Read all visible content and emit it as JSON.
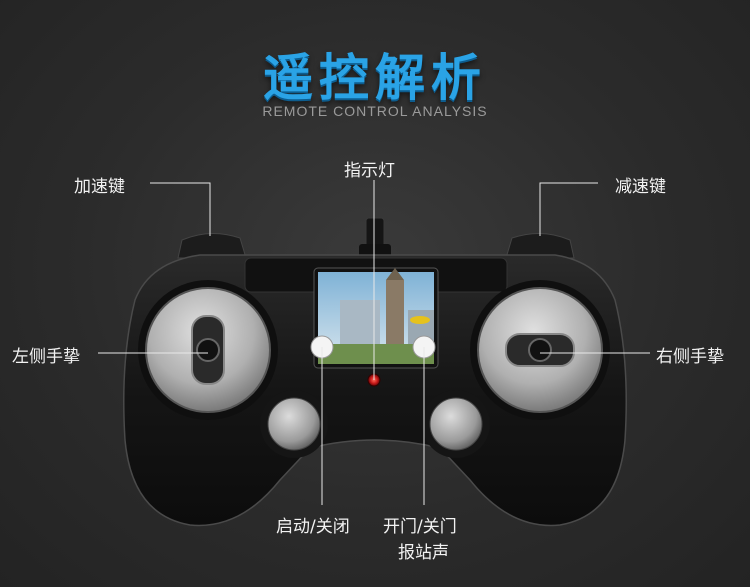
{
  "header": {
    "title": "遥控解析",
    "subtitle": "REMOTE CONTROL ANALYSIS"
  },
  "labels": {
    "accelerate": "加速键",
    "indicator": "指示灯",
    "decelerate": "减速键",
    "left_stick": "左侧手挚",
    "right_stick": "右侧手挚",
    "start_stop": "启动/关闭",
    "door_line1": "开门/关门",
    "door_line2": "报站声"
  },
  "colors": {
    "title": "#2aa3e6",
    "background": "#2b2b2b",
    "controller_body": "#1a1a1a",
    "stick_ring": "#b8b8b8",
    "indicator_light": "#d62020"
  }
}
